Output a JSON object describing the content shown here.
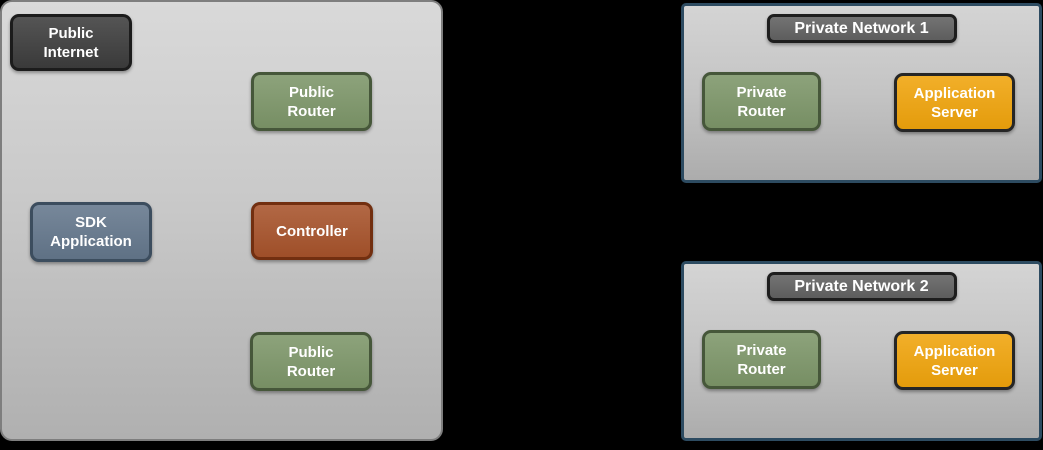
{
  "diagram": {
    "public_zone": {
      "public_internet_label": "Public\nInternet",
      "public_router_top_label": "Public\nRouter",
      "sdk_application_label": "SDK\nApplication",
      "controller_label": "Controller",
      "public_router_bottom_label": "Public\nRouter"
    },
    "private_network_1": {
      "title": "Private Network 1",
      "private_router_label": "Private\nRouter",
      "application_server_label": "Application\nServer"
    },
    "private_network_2": {
      "title": "Private Network 2",
      "private_router_label": "Private\nRouter",
      "application_server_label": "Application\nServer"
    },
    "colors": {
      "page_background": "#000000",
      "public_zone_fill_top": "#d9d9d9",
      "public_zone_fill_bottom": "#b0b0b0",
      "public_zone_border": "#7e7e7e",
      "private_zone_fill_top": "#d4d4d4",
      "private_zone_fill_bottom": "#acacac",
      "private_zone_border": "#2d4b61",
      "node_dark_fill": "#3d3d3d",
      "node_dark_border": "#1c1c1c",
      "node_green_fill": "#7d9669",
      "node_green_border": "#46573a",
      "node_slate_fill": "#64778c",
      "node_slate_border": "#3c4d5e",
      "node_rust_fill": "#a7532b",
      "node_rust_border": "#722f10",
      "node_orange_fill": "#f0a40c",
      "node_orange_border": "#262626",
      "network_label_fill": "#636363",
      "network_label_border": "#1e1e1e",
      "node_text": "#ffffff"
    }
  }
}
